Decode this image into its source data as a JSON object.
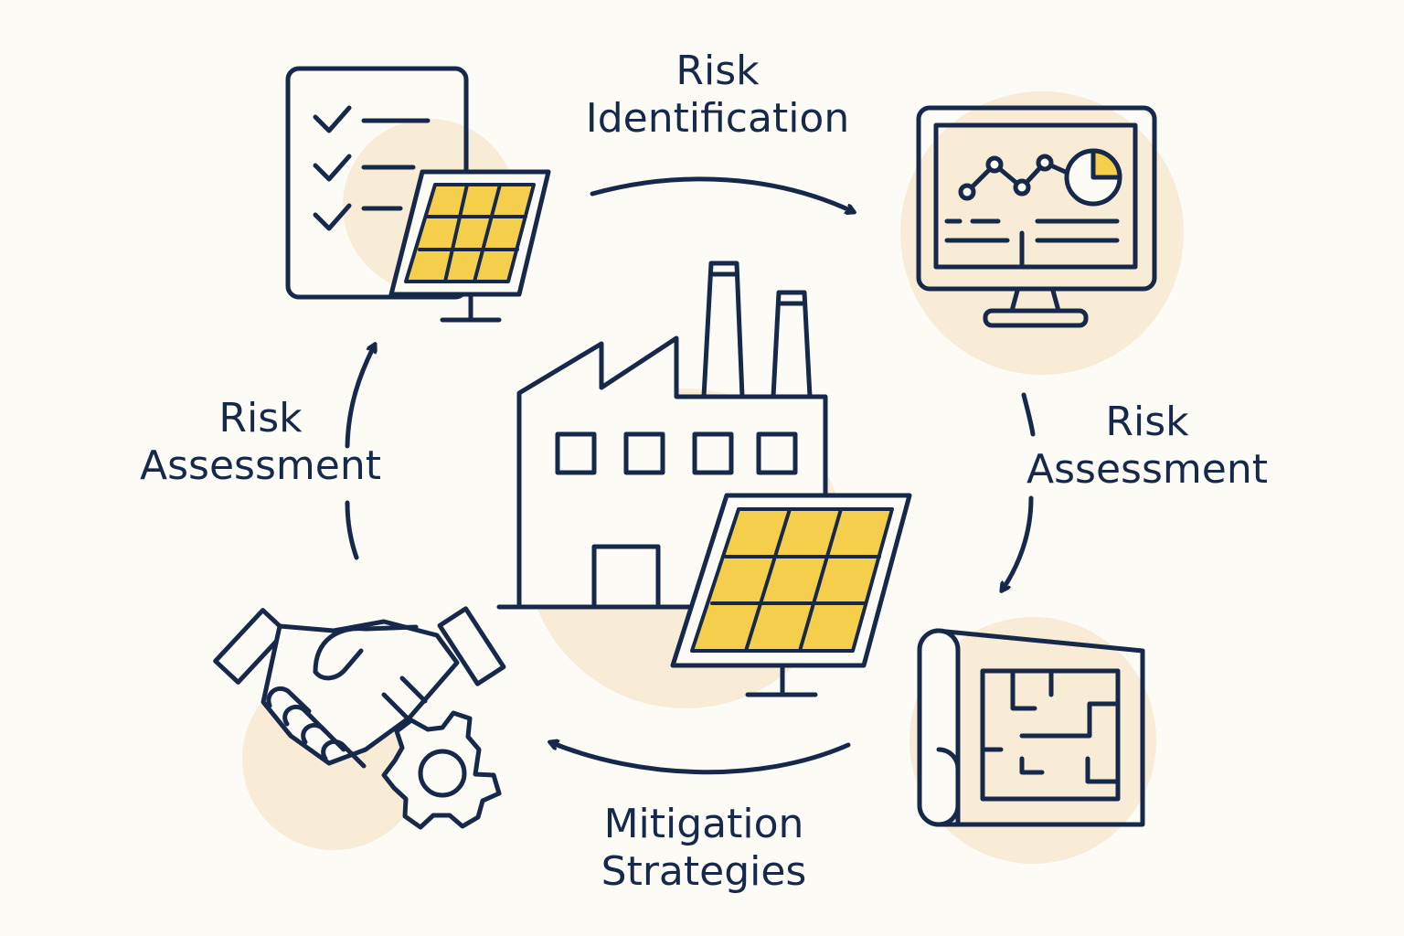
{
  "colors": {
    "background": "#fcfbf6",
    "ink": "#17294a",
    "panel": "#f5cf4c",
    "blob": "#f8ecd7"
  },
  "labels": {
    "top": [
      "Risk",
      "Identification"
    ],
    "right": [
      "Risk",
      "Assessment"
    ],
    "bottom": [
      "Mitigation",
      "Strategies"
    ],
    "left": [
      "Risk",
      "Assessment"
    ]
  },
  "icons": {
    "top_left": "checklist-solar-panel-icon",
    "top_right": "monitor-analytics-icon",
    "bottom_right": "blueprint-icon",
    "bottom_left": "handshake-gear-icon",
    "center": "factory-solar-panel-icon"
  }
}
